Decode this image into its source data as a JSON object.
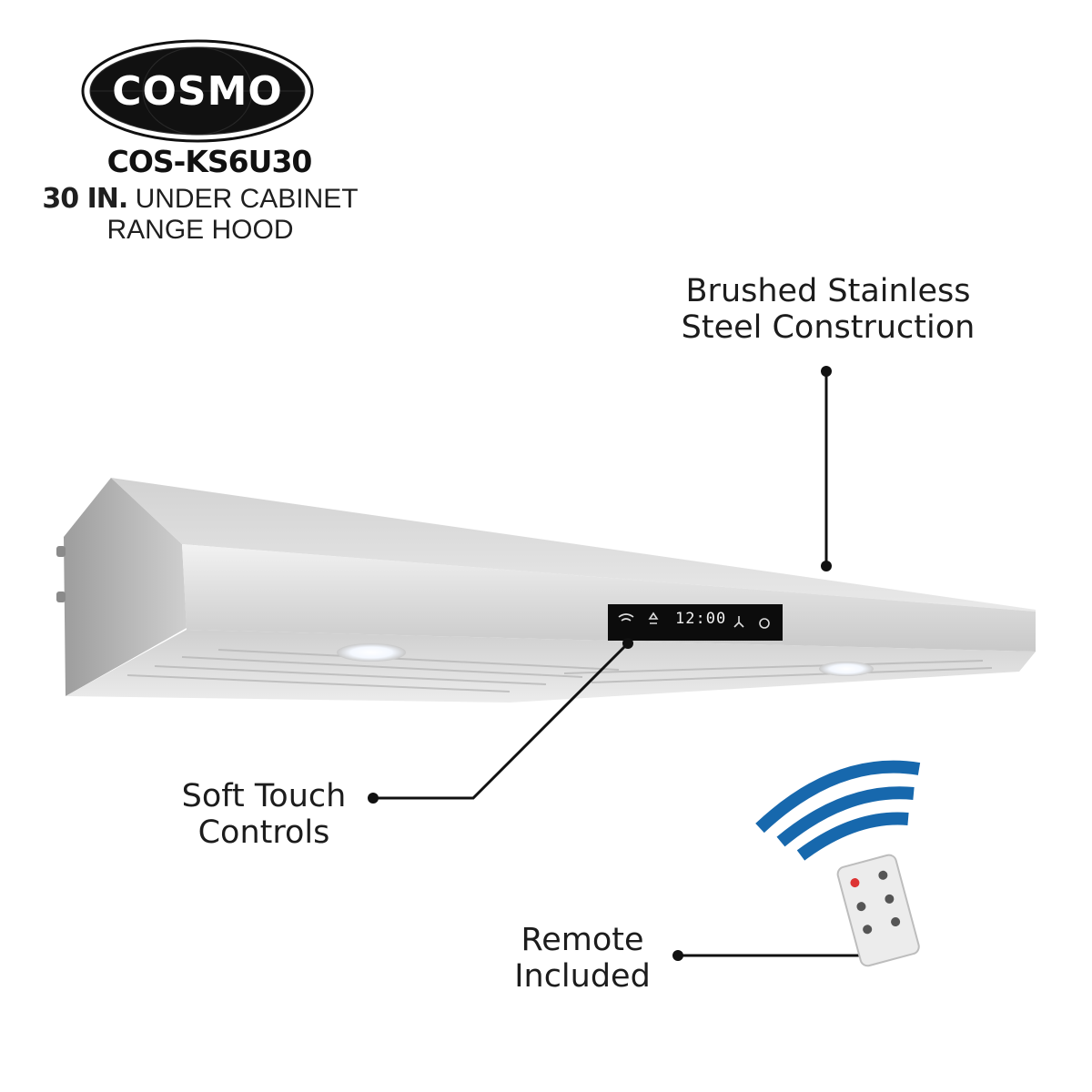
{
  "brand": {
    "name": "COSMO"
  },
  "model": "COS-KS6U30",
  "product": {
    "size": "30 IN.",
    "line1_rest": " UNDER CABINET",
    "line2": "RANGE HOOD"
  },
  "callouts": {
    "steel": {
      "line1": "Brushed Stainless",
      "line2": "Steel Construction"
    },
    "touch": {
      "line1": "Soft Touch",
      "line2": "Controls"
    },
    "remote": {
      "line1": "Remote",
      "line2": "Included"
    }
  },
  "control_panel": {
    "display": "12:00"
  },
  "colors": {
    "wave_blue": "#1768ad",
    "steel_light": "#e4e4e4",
    "steel_dark": "#a8a8a8",
    "panel_black": "#0c0c0c"
  }
}
